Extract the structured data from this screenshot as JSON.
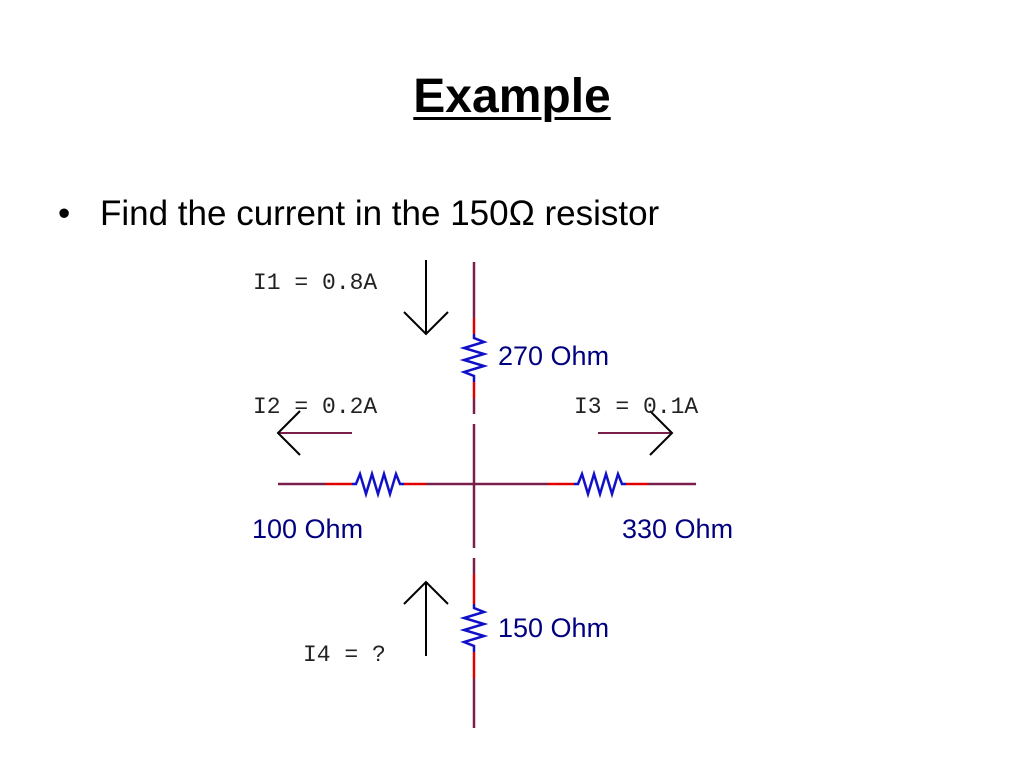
{
  "slide": {
    "title": "Example",
    "bullet_symbol": "•",
    "bullet_text": "Find the current in the 150Ω resistor"
  },
  "diagram": {
    "colors": {
      "wire": "#7a1f4a",
      "wire_accent": "#e00000",
      "resistor": "#1010c8",
      "label": "#000080",
      "arrow": "#000000"
    },
    "currents": {
      "i1": "I1 = 0.8A",
      "i2": "I2 = 0.2A",
      "i3": "I3 = 0.1A",
      "i4": "I4 = ?"
    },
    "resistors": {
      "top": "270 Ohm",
      "left": "100 Ohm",
      "right": "330 Ohm",
      "bottom": "150 Ohm"
    }
  }
}
